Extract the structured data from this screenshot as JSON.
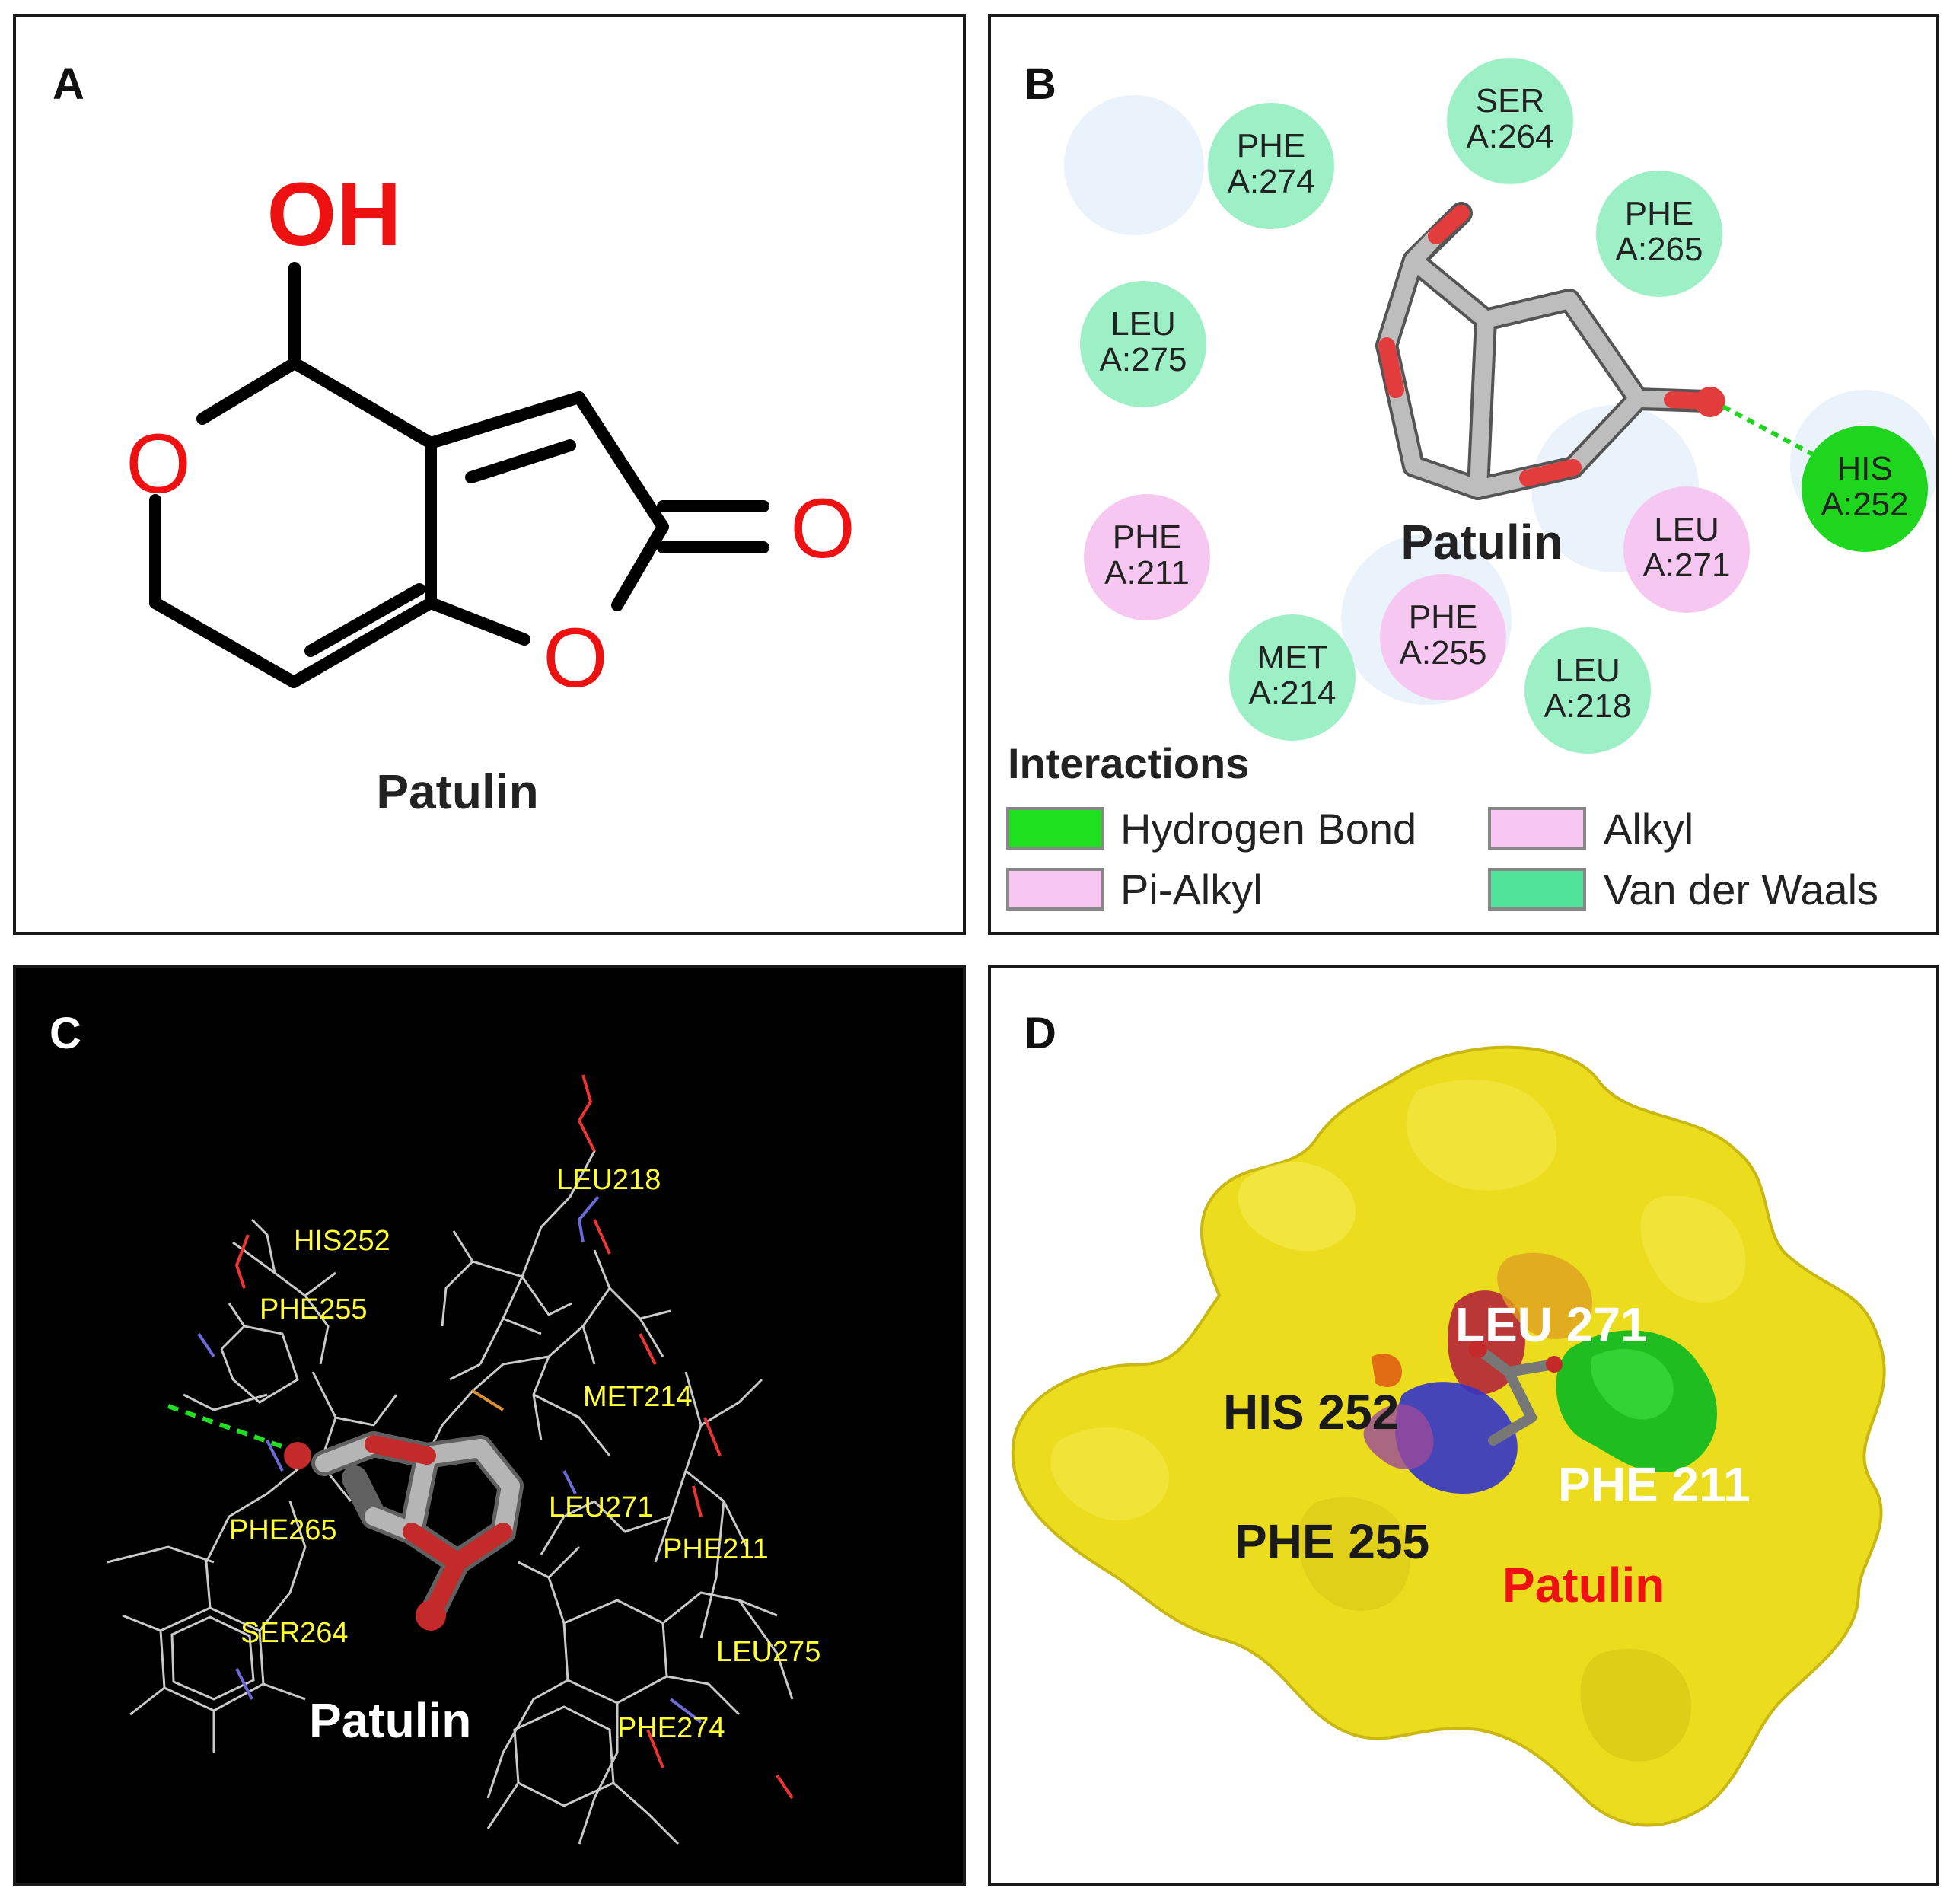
{
  "panel_a": {
    "label": "A",
    "atoms": {
      "hydroxyl": "OH",
      "ring_oxygen": "O",
      "carbonyl_oxygen": "O",
      "lactone_oxygen": "O"
    },
    "caption": "Patulin"
  },
  "panel_b": {
    "label": "B",
    "ligand_name": "Patulin",
    "residues": [
      {
        "line1": "SER",
        "line2": "A:264",
        "type": "vdw"
      },
      {
        "line1": "PHE",
        "line2": "A:274",
        "type": "vdw"
      },
      {
        "line1": "PHE",
        "line2": "A:265",
        "type": "vdw"
      },
      {
        "line1": "LEU",
        "line2": "A:275",
        "type": "vdw"
      },
      {
        "line1": "HIS",
        "line2": "A:252",
        "type": "hbond"
      },
      {
        "line1": "PHE",
        "line2": "A:211",
        "type": "alkyl"
      },
      {
        "line1": "LEU",
        "line2": "A:271",
        "type": "alkyl"
      },
      {
        "line1": "PHE",
        "line2": "A:255",
        "type": "alkyl"
      },
      {
        "line1": "MET",
        "line2": "A:214",
        "type": "vdw"
      },
      {
        "line1": "LEU",
        "line2": "A:218",
        "type": "vdw"
      }
    ],
    "legend": {
      "title": "Interactions",
      "items": [
        {
          "label": "Hydrogen Bond",
          "color": "#1fe01f"
        },
        {
          "label": "Alkyl",
          "color": "#f8c6f2"
        },
        {
          "label": "Pi-Alkyl",
          "color": "#f8c6f2"
        },
        {
          "label": "Van der Waals",
          "color": "#4fe39a"
        }
      ]
    },
    "colors": {
      "vdw": "#9df0c6",
      "hbond": "#1fd61f",
      "alkyl": "#f6c8f1"
    }
  },
  "panel_c": {
    "label": "C",
    "residue_labels": [
      "LEU218",
      "HIS252",
      "PHE255",
      "MET214",
      "PHE265",
      "LEU271",
      "PHE211",
      "SER264",
      "LEU275",
      "PHE274"
    ],
    "ligand_name": "Patulin"
  },
  "panel_d": {
    "label": "D",
    "residue_labels": {
      "leu271": "LEU 271",
      "his252": "HIS 252",
      "phe211": "PHE 211",
      "phe255": "PHE 255"
    },
    "ligand_name": "Patulin"
  }
}
